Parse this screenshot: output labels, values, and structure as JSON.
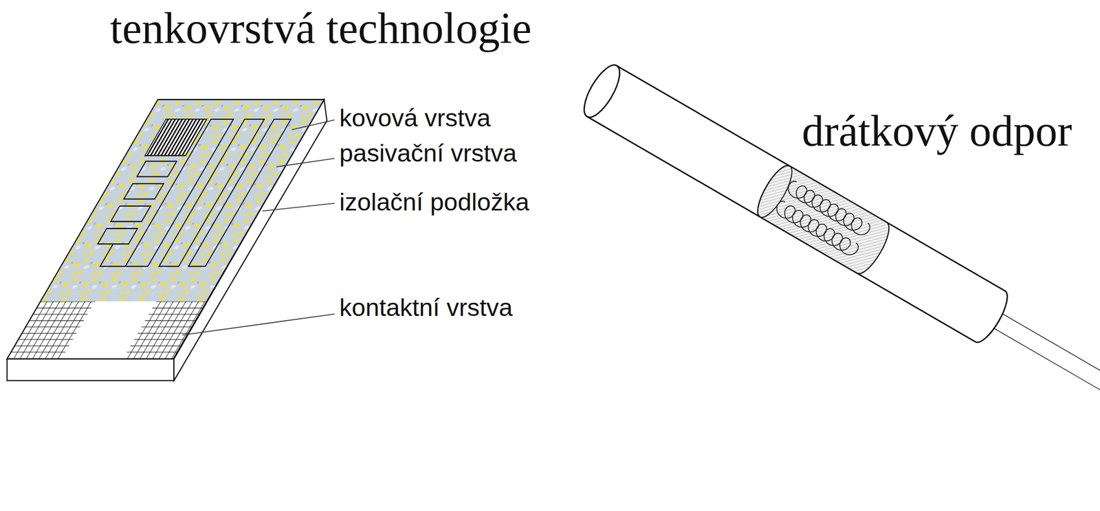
{
  "diagram": {
    "labels": [
      "tenkovrstvá technologie",
      "kovová vrstva",
      "pasivační vrstva",
      "izolační podložka",
      "kontaktní vrstva",
      "drátkový odpor"
    ]
  }
}
